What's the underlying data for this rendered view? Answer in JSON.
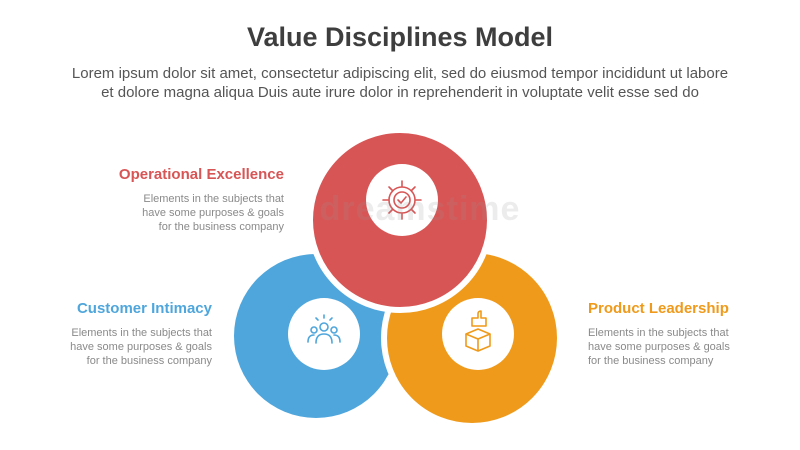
{
  "header": {
    "title": "Value Disciplines Model",
    "subtitle_line1": "Lorem ipsum dolor sit amet, consectetur adipiscing elit, sed do eiusmod tempor incididunt ut labore",
    "subtitle_line2": "et dolore magna aliqua Duis aute irure dolor in reprehenderit in voluptate velit esse sed do"
  },
  "items": [
    {
      "title": "Operational Excellence",
      "desc_line1": "Elements in the subjects that",
      "desc_line2": "have  some purposes & goals",
      "desc_line3": "for the  business company",
      "color": "#d85555",
      "icon": "gear-check-icon"
    },
    {
      "title": "Customer Intimacy",
      "desc_line1": "Elements in the subjects that",
      "desc_line2": "have  some purposes & goals",
      "desc_line3": "for the business company",
      "color": "#4ea6dc",
      "icon": "people-group-icon"
    },
    {
      "title": "Product Leadership",
      "desc_line1": "Elements in the subjects that",
      "desc_line2": "have  some purposes & goals",
      "desc_line3": "for the business company",
      "color": "#ef9a1a",
      "icon": "box-thumbs-up-icon"
    }
  ]
}
